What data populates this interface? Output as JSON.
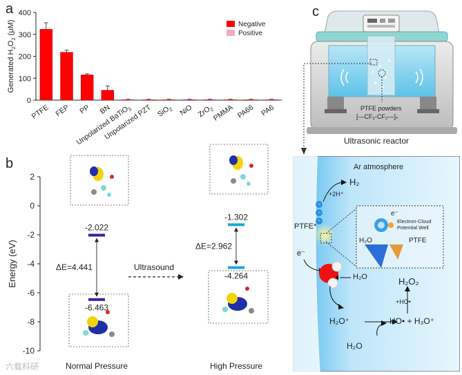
{
  "panel_labels": {
    "a": "a",
    "b": "b",
    "c": "c"
  },
  "chart_data": [
    {
      "type": "bar",
      "title": "",
      "ylabel": "Generated H2O2 (μM)",
      "categories": [
        "PTFE",
        "FEP",
        "PP",
        "BN",
        "Unpolarized BaTiO3",
        "Unpolarized PZT",
        "SiO2",
        "NiO",
        "ZrO2",
        "PMMA",
        "PA66",
        "PA6"
      ],
      "ylim": [
        0,
        400
      ],
      "yticks": [
        0,
        100,
        200,
        300,
        400
      ],
      "series": [
        {
          "name": "Negative",
          "color": "#ff0000",
          "values": [
            323,
            218,
            115,
            45,
            2,
            2,
            2,
            2,
            2,
            2,
            2,
            2
          ],
          "errors": [
            30,
            10,
            5,
            20,
            2,
            2,
            2,
            2,
            2,
            2,
            2,
            2
          ]
        },
        {
          "name": "Positive",
          "color": "#f5a6c8",
          "values": [
            0,
            0,
            0,
            0,
            1,
            1,
            1,
            1,
            1,
            1,
            1,
            1
          ]
        }
      ],
      "legend_position": "top-right",
      "grid": false
    },
    {
      "type": "energy-diagram",
      "ylabel": "Energy (eV)",
      "ylim": [
        -10,
        2
      ],
      "yticks": [
        2,
        0,
        -2,
        -4,
        -6,
        -8,
        -10
      ],
      "xlabels": [
        "Normal Pressure",
        "High Pressure"
      ],
      "levels": [
        {
          "state": "Normal Pressure",
          "upper": -2.022,
          "lower": -6.463,
          "upper_label": "-2.022",
          "lower_label": "-6.463",
          "gap_label": "ΔE=4.441",
          "color": "#3a1e9c"
        },
        {
          "state": "High Pressure",
          "upper": -1.302,
          "lower": -4.264,
          "upper_label": "-1.302",
          "lower_label": "-4.264",
          "gap_label": "ΔE=2.962",
          "color": "#1aa6e0"
        }
      ],
      "arrow_label": "Ultrasound"
    }
  ],
  "reactor": {
    "powder_label": "PTFE powders",
    "formula": "[—CF₂-CF₂—]ₙ",
    "caption": "Ultrasonic reactor"
  },
  "mechanism": {
    "atmosphere": "Ar atmosphere",
    "h2": "H₂",
    "plus_2h": "+2H⁺",
    "ptfe_star": "PTFE*",
    "e_minus": "e⁻",
    "inset_e": "e⁻",
    "inset_title": "Electron-Cloud\nPotential Well",
    "inset_water": "H₂O",
    "inset_ptfe": "PTFE",
    "h2o_arrow": "H₂O",
    "h2o2": "H₂O₂",
    "plus_ho": "+HO•",
    "h2o_plus": "H₂O⁺",
    "products": "HO• + H₃O⁺",
    "h2o_bottom": "H₂O"
  },
  "watermark": "六载科研"
}
